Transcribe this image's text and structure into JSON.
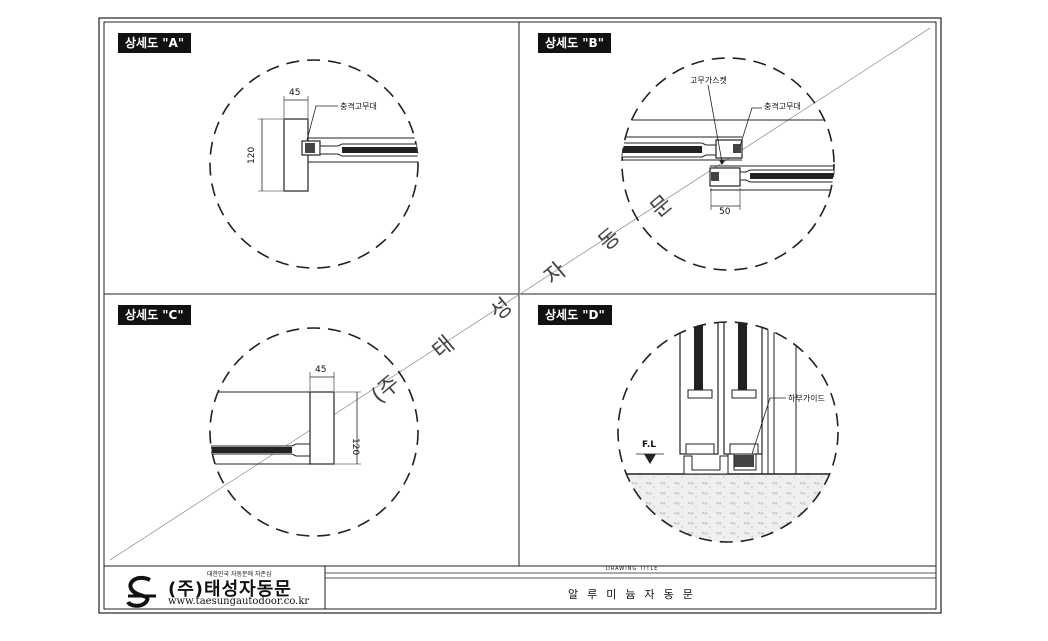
{
  "panels": {
    "a": {
      "label": "상세도 \"A\"",
      "dim_width": "45",
      "dim_height": "120",
      "callout": "충격고무대"
    },
    "b": {
      "label": "상세도 \"B\"",
      "callout_top": "고무가스켓",
      "callout_right": "충격고무대",
      "dim_width": "50"
    },
    "c": {
      "label": "상세도 \"C\"",
      "dim_width": "45",
      "dim_height": "120"
    },
    "d": {
      "label": "상세도 \"D\"",
      "callout": "하부가이드",
      "floor_level": "F.L"
    }
  },
  "watermark": [
    "(주",
    "태",
    "성",
    "자",
    "동",
    "문"
  ],
  "title_block": {
    "company_tagline": "대한민국 자동문에 자존심",
    "company_name": "(주)태성자동문",
    "company_url": "www.taesungautodoor.co.kr",
    "drawing_title_label": "DRAWING TITLE",
    "drawing_title": "알루미늄자동문"
  }
}
